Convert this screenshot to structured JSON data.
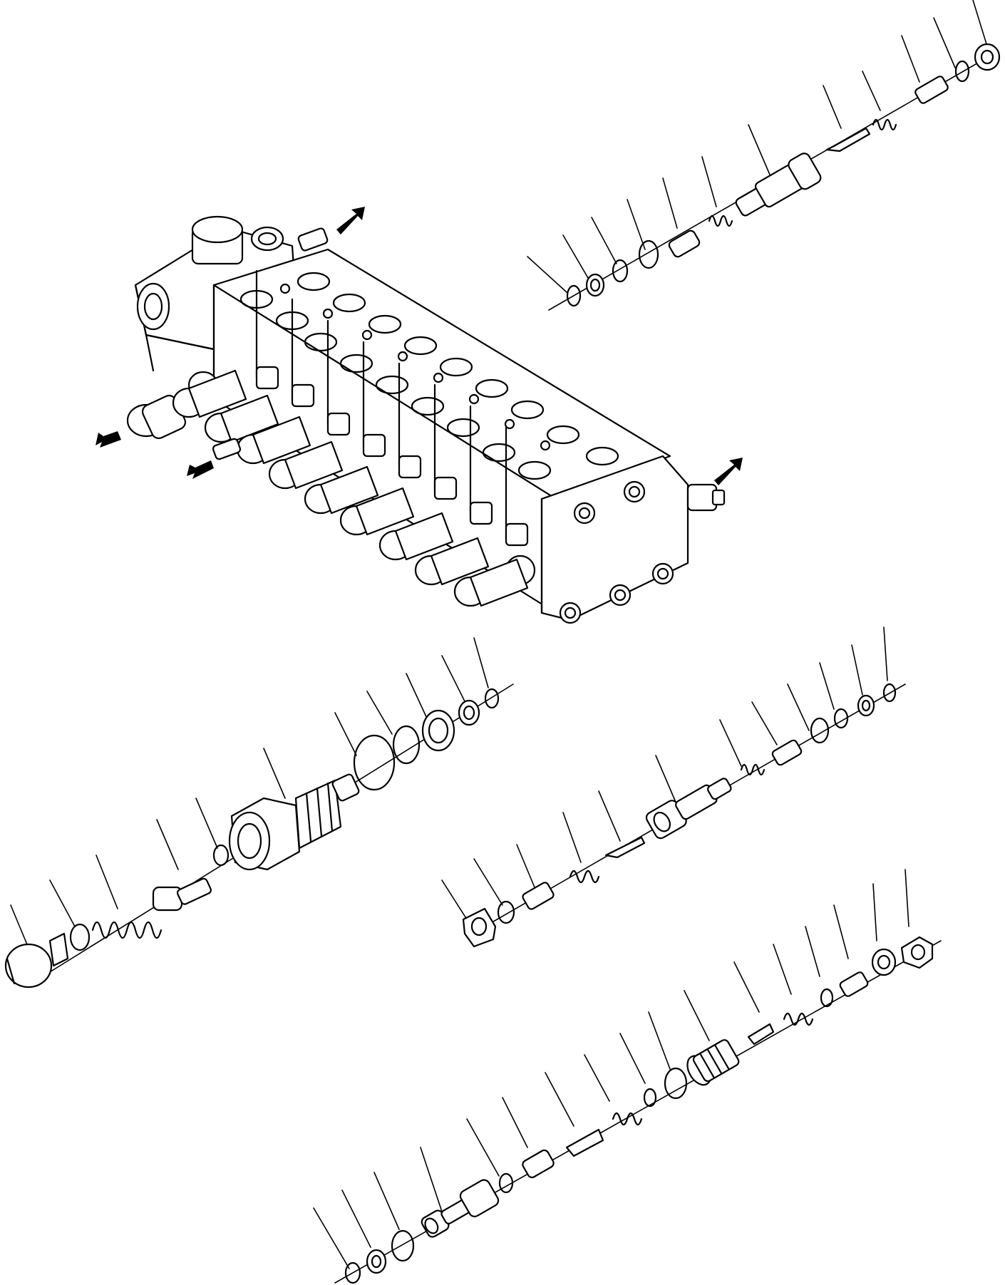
{
  "figure": {
    "kind": "exploded-parts-diagram",
    "colors": {
      "line": "#000000",
      "background": "#ffffff"
    },
    "main_assembly": "control-valve-block",
    "view_arrows": [
      "arrow-top",
      "arrow-left-upper",
      "arrow-left-lower",
      "arrow-right"
    ],
    "groups": [
      {
        "id": "top-right",
        "parts": [
          "o-ring",
          "backup-ring",
          "o-ring",
          "o-ring",
          "sleeve",
          "spring",
          "valve-body",
          "needle",
          "spring",
          "adjuster",
          "o-ring",
          "nut"
        ]
      },
      {
        "id": "middle-left",
        "parts": [
          "plug",
          "o-ring",
          "spring",
          "poppet",
          "o-ring",
          "valve-body",
          "o-ring",
          "o-ring",
          "backup-ring",
          "ring",
          "o-ring"
        ]
      },
      {
        "id": "middle-right",
        "parts": [
          "nut",
          "o-ring",
          "adjuster",
          "spring",
          "needle",
          "valve-body",
          "spring",
          "sleeve",
          "o-ring",
          "o-ring",
          "backup-ring",
          "o-ring"
        ]
      },
      {
        "id": "bottom",
        "parts": [
          "o-ring",
          "backup-ring",
          "o-ring",
          "valve-body",
          "o-ring",
          "sleeve",
          "needle",
          "spring",
          "o-ring",
          "o-ring",
          "valve-body",
          "needle",
          "spring",
          "o-ring",
          "sleeve",
          "ring",
          "nut"
        ]
      }
    ]
  }
}
